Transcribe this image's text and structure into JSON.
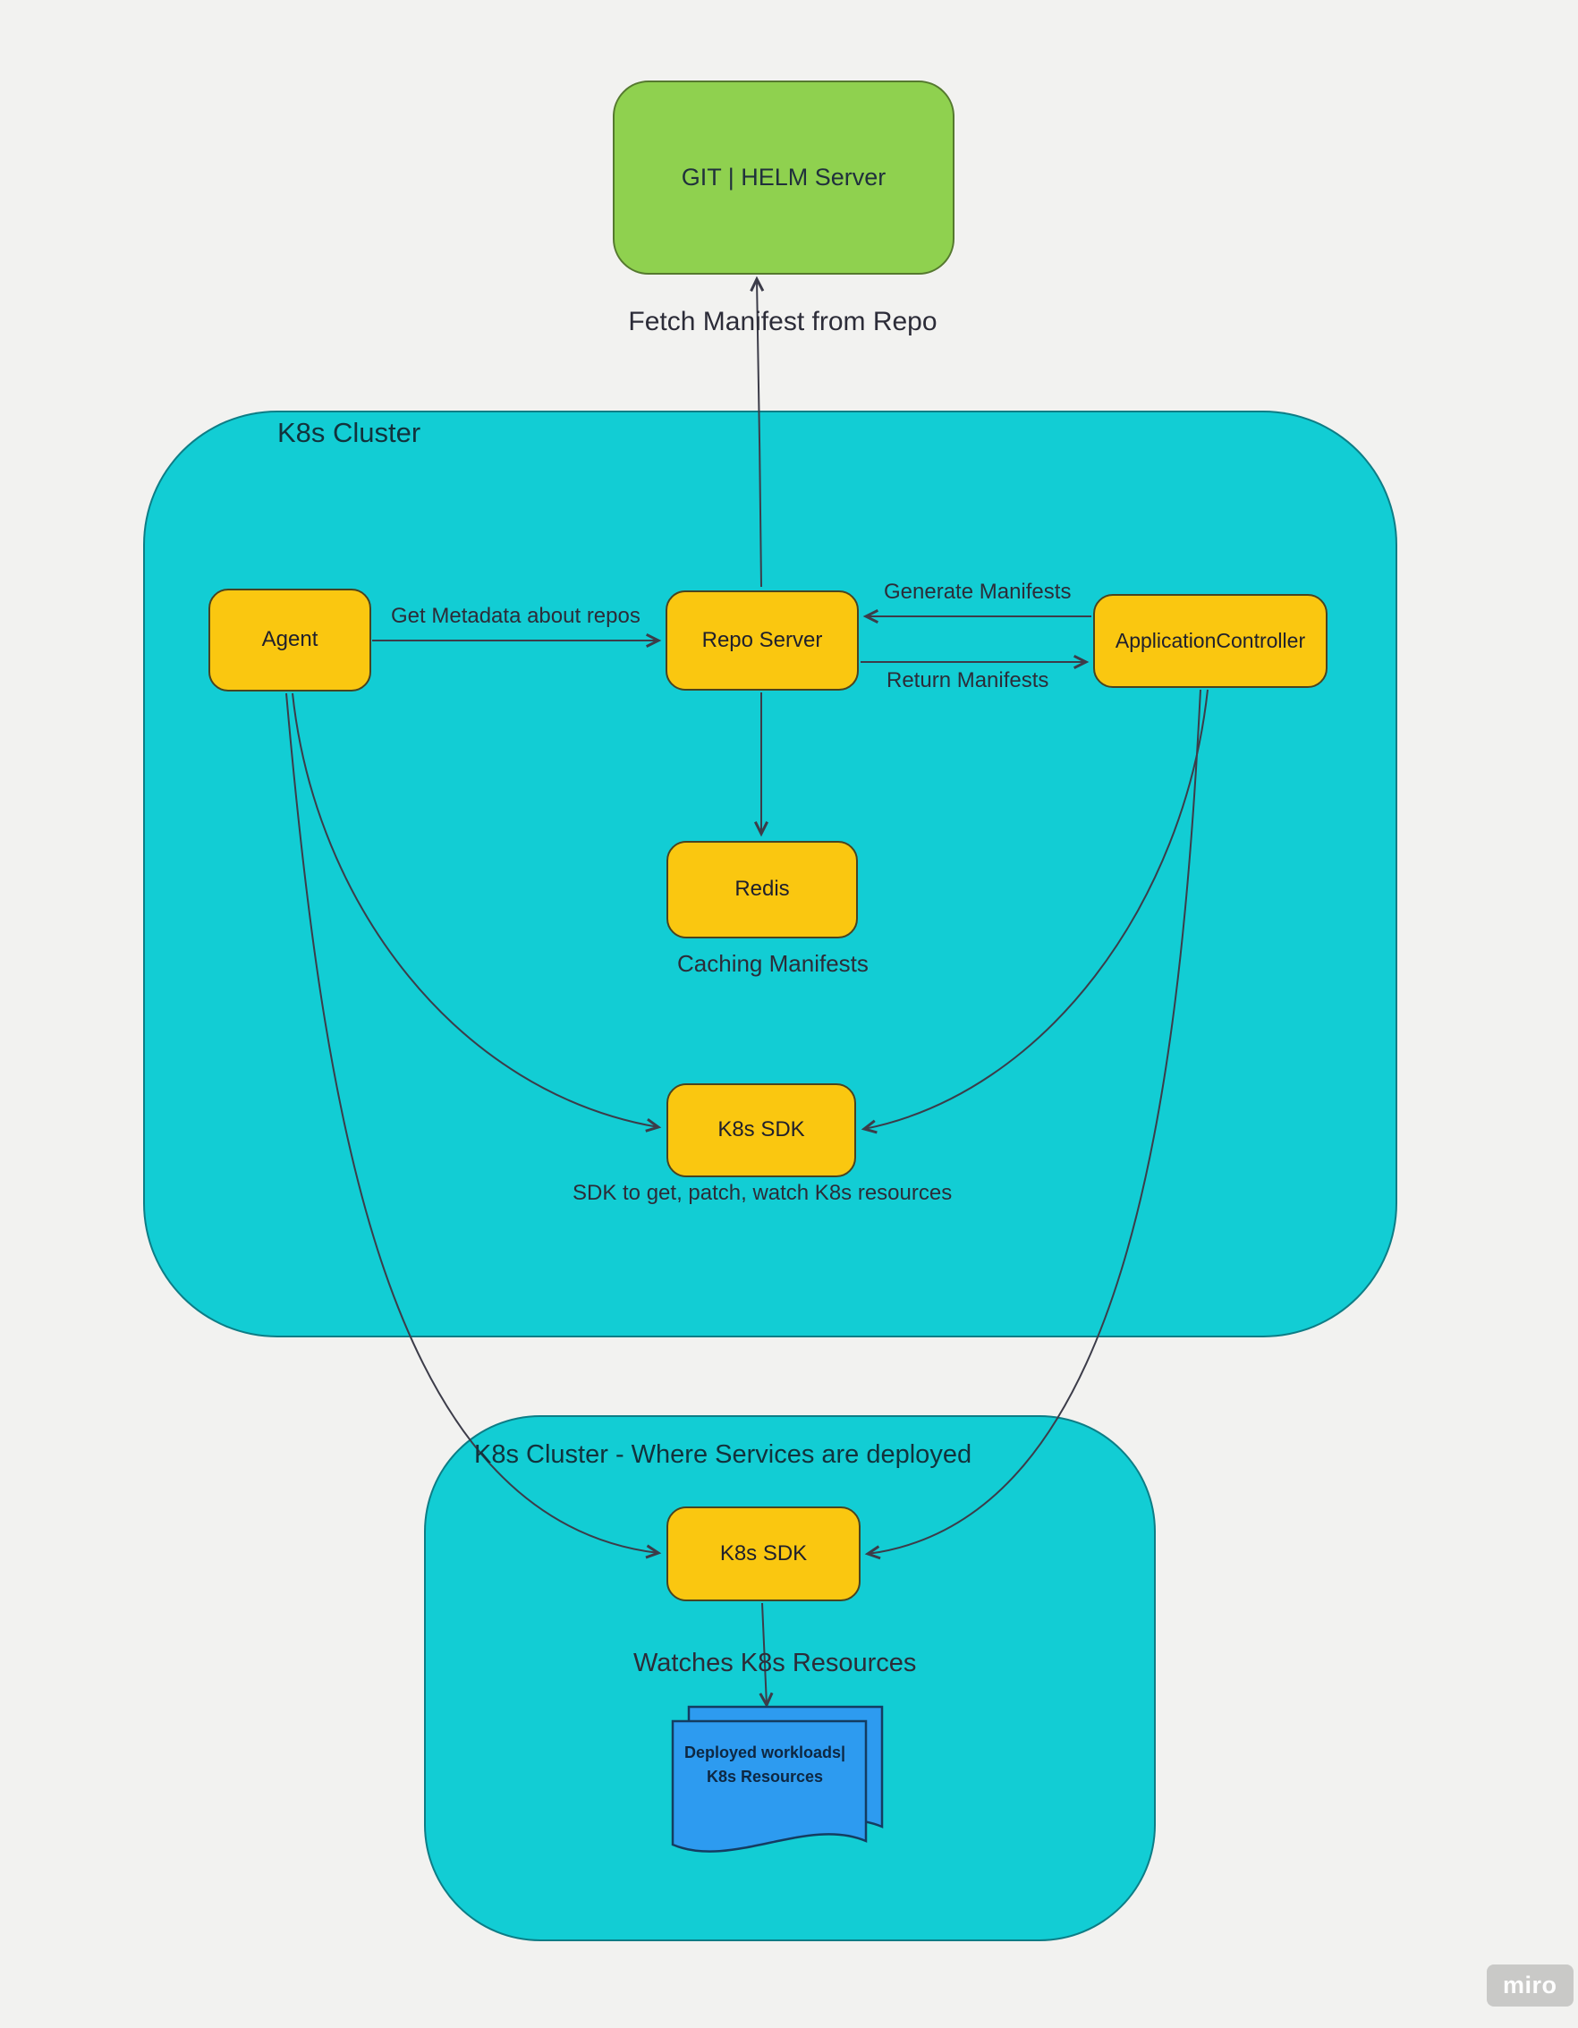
{
  "canvas": {
    "background": "#f2f2f0",
    "watermark": "miro"
  },
  "palette": {
    "cluster_fill": "#12CDD4",
    "node_fill": "#FAC710",
    "external_fill": "#8FD14F",
    "doc_fill": "#2D9BF0",
    "line": "#3c3c49"
  },
  "external": {
    "git_helm_server": {
      "label": "GIT | HELM Server"
    }
  },
  "main_cluster": {
    "label": "K8s Cluster",
    "nodes": {
      "agent": {
        "label": "Agent"
      },
      "repo_server": {
        "label": "Repo Server"
      },
      "application_controller": {
        "label": "ApplicationController"
      },
      "redis": {
        "label": "Redis"
      },
      "k8s_sdk": {
        "label": "K8s SDK"
      }
    },
    "notes": {
      "caching": "Caching Manifests",
      "sdk_description": "SDK to get, patch, watch K8s resources"
    }
  },
  "deploy_cluster": {
    "label": "K8s Cluster - Where Services are deployed",
    "nodes": {
      "k8s_sdk": {
        "label": "K8s SDK"
      },
      "workloads_doc": {
        "line1": "Deployed workloads|",
        "line2": "K8s Resources"
      }
    },
    "notes": {
      "watches": "Watches K8s Resources"
    }
  },
  "connections": [
    {
      "from": "repo_server",
      "to": "git_helm_server",
      "label": "Fetch Manifest from Repo"
    },
    {
      "from": "agent",
      "to": "repo_server",
      "label": "Get Metadata about repos"
    },
    {
      "from": "application_controller",
      "to": "repo_server",
      "label": "Generate Manifests"
    },
    {
      "from": "repo_server",
      "to": "application_controller",
      "label": "Return Manifests"
    },
    {
      "from": "repo_server",
      "to": "redis",
      "label": ""
    },
    {
      "from": "agent",
      "to": "main_cluster.k8s_sdk",
      "label": ""
    },
    {
      "from": "application_controller",
      "to": "main_cluster.k8s_sdk",
      "label": ""
    },
    {
      "from": "agent",
      "to": "deploy_cluster.k8s_sdk",
      "label": ""
    },
    {
      "from": "application_controller",
      "to": "deploy_cluster.k8s_sdk",
      "label": ""
    },
    {
      "from": "deploy_cluster.k8s_sdk",
      "to": "workloads_doc",
      "label": ""
    }
  ]
}
